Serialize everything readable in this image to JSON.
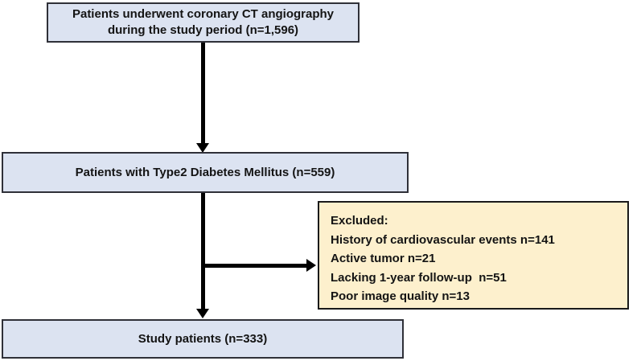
{
  "flowchart": {
    "box_ct_angiography": {
      "lines": [
        "Patients underwent coronary CT angiography",
        "during the study period (n=1,596)"
      ]
    },
    "box_t2dm": {
      "text": "Patients with Type2 Diabetes Mellitus (n=559)"
    },
    "box_excluded": {
      "lines": [
        "Excluded:",
        "History of cardiovascular events n=141",
        "Active tumor n=21",
        "Lacking 1-year follow-up  n=51",
        "Poor image quality n=13"
      ]
    },
    "box_study_patients": {
      "text": "Study patients (n=333)"
    },
    "colors": {
      "box_fill_blue": "#dce3f1",
      "box_fill_cream": "#fdf0cd",
      "box_border_blue": "#2f3038",
      "box_border_cream": "#1a1a1a",
      "arrow": "#000000",
      "text": "#141414"
    }
  }
}
